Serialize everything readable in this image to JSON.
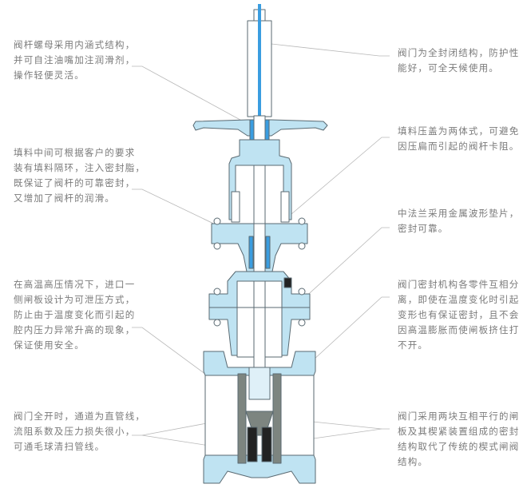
{
  "colors": {
    "body": "#bfe3f2",
    "accent": "#3a9de0",
    "outline": "#5a6a72",
    "gate": "#7d8580",
    "text": "#7a7a7a"
  },
  "left_notes": [
    {
      "lines": [
        "阀杆螺母采用内涵式结构，",
        "并可自注油嘴加注润滑剂，",
        "操作轻便灵活。"
      ]
    },
    {
      "lines": [
        "填料中间可根据客户的要求",
        "装有填料隔环，注入密封脂，",
        "既保证了阀杆的可靠密封，",
        "又增加了阀杆的润滑。"
      ]
    },
    {
      "lines": [
        "在高温高压情况下，进口一",
        "侧闸板设计为可泄压方式，",
        "防止由于温度变化而引起的",
        "腔内压力异常升高的现象，",
        "保证使用安全。"
      ]
    },
    {
      "lines": [
        "阀门全开时，通道为直管线，",
        "流阻系数及压力损失很小，",
        "可通毛球清扫管线。"
      ]
    }
  ],
  "right_notes": [
    {
      "lines": [
        "阀门为全封闭结构，防护性",
        "能好，可全天候使用。"
      ]
    },
    {
      "lines": [
        "填料压盖为两体式，可避免",
        "因压扁而引起的阀杆卡阻。"
      ]
    },
    {
      "lines": [
        "中法兰采用金属波形垫片，",
        "密封可靠。"
      ]
    },
    {
      "lines": [
        "阀门密封机构各零件互相分",
        "离，即使在温度变化时引起",
        "变形也有保证密封，且不会",
        "因高温膨胀而使闸板挤住打",
        "不开。"
      ]
    },
    {
      "lines": [
        "阀门采用两块互相平行的闸",
        "板及其楔紧装置组成的密封",
        "结构取代了传统的楔式闸阀",
        "结构。"
      ]
    }
  ]
}
